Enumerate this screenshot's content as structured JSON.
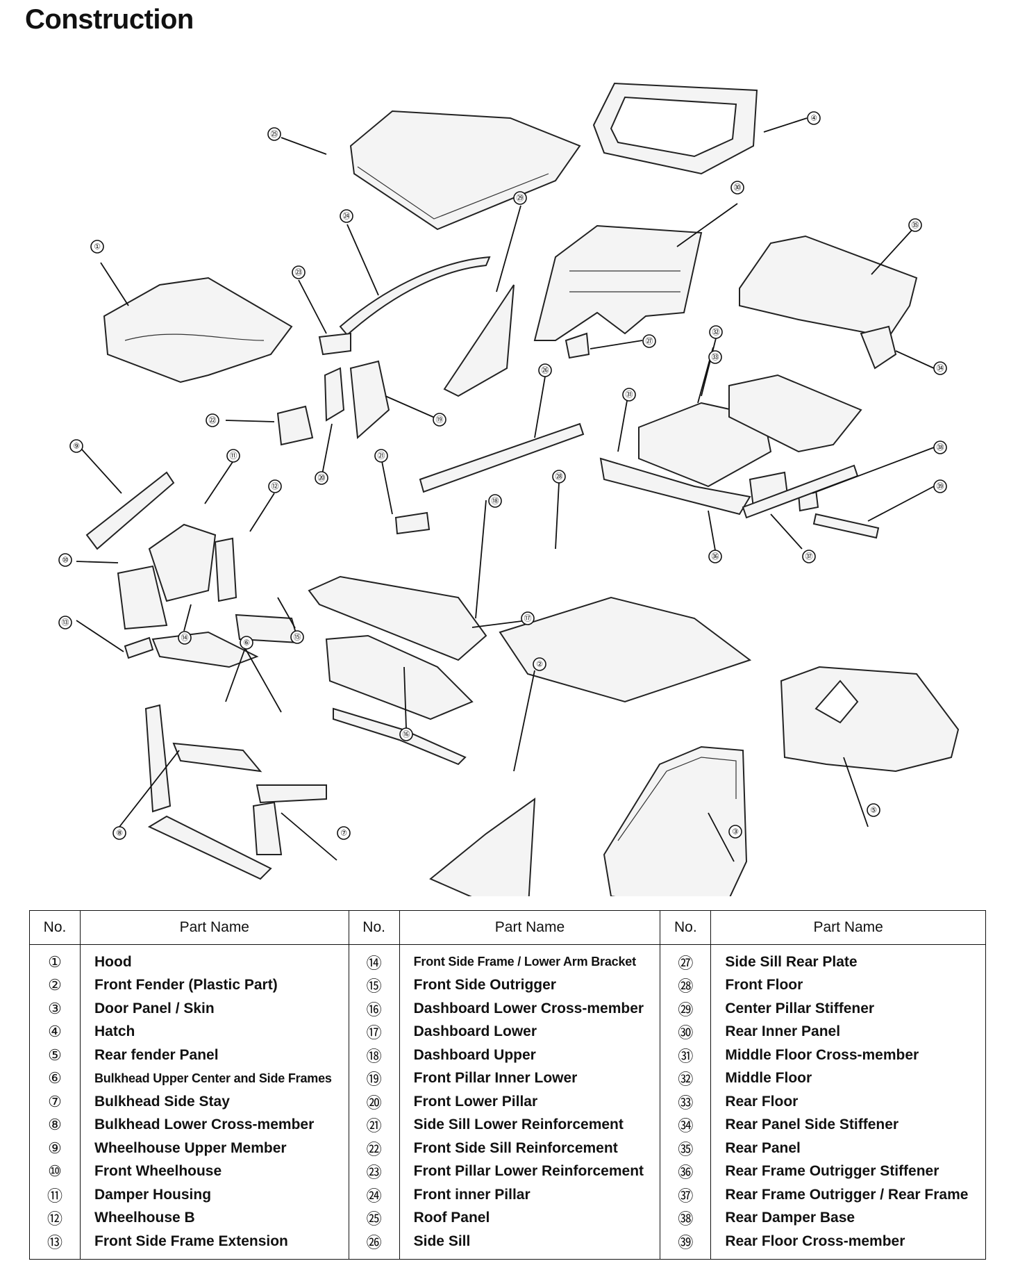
{
  "page": {
    "title": "Construction"
  },
  "table": {
    "headers": [
      "No.",
      "Part Name"
    ],
    "parts": [
      {
        "no": "①",
        "name": "Hood"
      },
      {
        "no": "②",
        "name": "Front Fender (Plastic Part)"
      },
      {
        "no": "③",
        "name": "Door Panel / Skin"
      },
      {
        "no": "④",
        "name": "Hatch"
      },
      {
        "no": "⑤",
        "name": "Rear fender Panel"
      },
      {
        "no": "⑥",
        "name": "Bulkhead Upper Center and Side Frames"
      },
      {
        "no": "⑦",
        "name": "Bulkhead Side Stay"
      },
      {
        "no": "⑧",
        "name": "Bulkhead Lower Cross-member"
      },
      {
        "no": "⑨",
        "name": "Wheelhouse Upper Member"
      },
      {
        "no": "⑩",
        "name": "Front Wheelhouse"
      },
      {
        "no": "⑪",
        "name": "Damper Housing"
      },
      {
        "no": "⑫",
        "name": "Wheelhouse B"
      },
      {
        "no": "⑬",
        "name": "Front Side Frame Extension"
      },
      {
        "no": "⑭",
        "name": "Front Side Frame / Lower Arm Bracket"
      },
      {
        "no": "⑮",
        "name": "Front Side Outrigger"
      },
      {
        "no": "⑯",
        "name": "Dashboard Lower Cross-member"
      },
      {
        "no": "⑰",
        "name": "Dashboard Lower"
      },
      {
        "no": "⑱",
        "name": "Dashboard Upper"
      },
      {
        "no": "⑲",
        "name": "Front Pillar Inner Lower"
      },
      {
        "no": "⑳",
        "name": "Front Lower Pillar"
      },
      {
        "no": "㉑",
        "name": "Side Sill Lower Reinforcement"
      },
      {
        "no": "㉒",
        "name": "Front Side Sill Reinforcement"
      },
      {
        "no": "㉓",
        "name": "Front Pillar Lower Reinforcement"
      },
      {
        "no": "㉔",
        "name": "Front inner Pillar"
      },
      {
        "no": "㉕",
        "name": "Roof Panel"
      },
      {
        "no": "㉖",
        "name": "Side Sill"
      },
      {
        "no": "㉗",
        "name": "Side Sill Rear Plate"
      },
      {
        "no": "㉘",
        "name": "Front Floor"
      },
      {
        "no": "㉙",
        "name": "Center Pillar Stiffener"
      },
      {
        "no": "㉚",
        "name": "Rear Inner Panel"
      },
      {
        "no": "㉛",
        "name": "Middle Floor Cross-member"
      },
      {
        "no": "㉜",
        "name": "Middle Floor"
      },
      {
        "no": "㉝",
        "name": "Rear Floor"
      },
      {
        "no": "㉞",
        "name": "Rear Panel Side Stiffener"
      },
      {
        "no": "㉟",
        "name": "Rear Panel"
      },
      {
        "no": "㊱",
        "name": "Rear Frame Outrigger Stiffener"
      },
      {
        "no": "㊲",
        "name": "Rear Frame Outrigger / Rear Frame"
      },
      {
        "no": "㊳",
        "name": "Rear Damper Base"
      },
      {
        "no": "㊴",
        "name": "Rear Floor Cross-member"
      }
    ]
  }
}
